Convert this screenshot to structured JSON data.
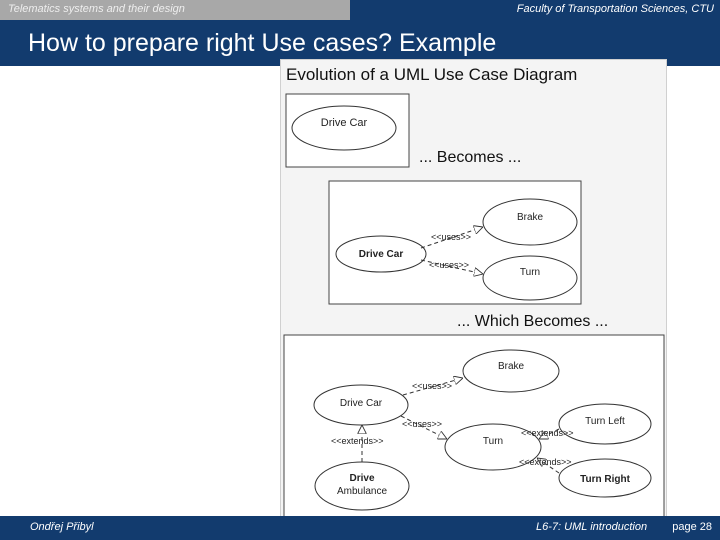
{
  "header": {
    "left_text": "Telematics systems and their design",
    "right_text": "Faculty of Transportation Sciences, CTU"
  },
  "slide": {
    "title": "How to prepare right Use cases? Example"
  },
  "figure": {
    "heading": "Evolution of a UML Use Case Diagram",
    "becomes": "... Becomes ...",
    "which_becomes": "... Which Becomes ...",
    "d1": {
      "drive_car": "Drive Car"
    },
    "d2": {
      "brake": "Brake",
      "drive_car": "Drive Car",
      "turn": "Turn",
      "uses1": "<<uses>>",
      "uses2": "<<uses>>"
    },
    "d3": {
      "brake": "Brake",
      "drive_car": "Drive Car",
      "turn": "Turn",
      "turn_left": "Turn Left",
      "turn_right": "Turn Right",
      "drive": "Drive",
      "ambulance": "Ambulance",
      "uses1": "<<uses>>",
      "uses2": "<<uses>>",
      "extends1": "<<extends>>",
      "extends2": "<<extends>>",
      "extends3": "<<extends>>"
    }
  },
  "footer": {
    "author": "Ondřej Přibyl",
    "lecture": "L6-7: UML introduction",
    "page": "page 28"
  },
  "colors": {
    "navy": "#123b6e",
    "gray": "#a8a8a8"
  }
}
